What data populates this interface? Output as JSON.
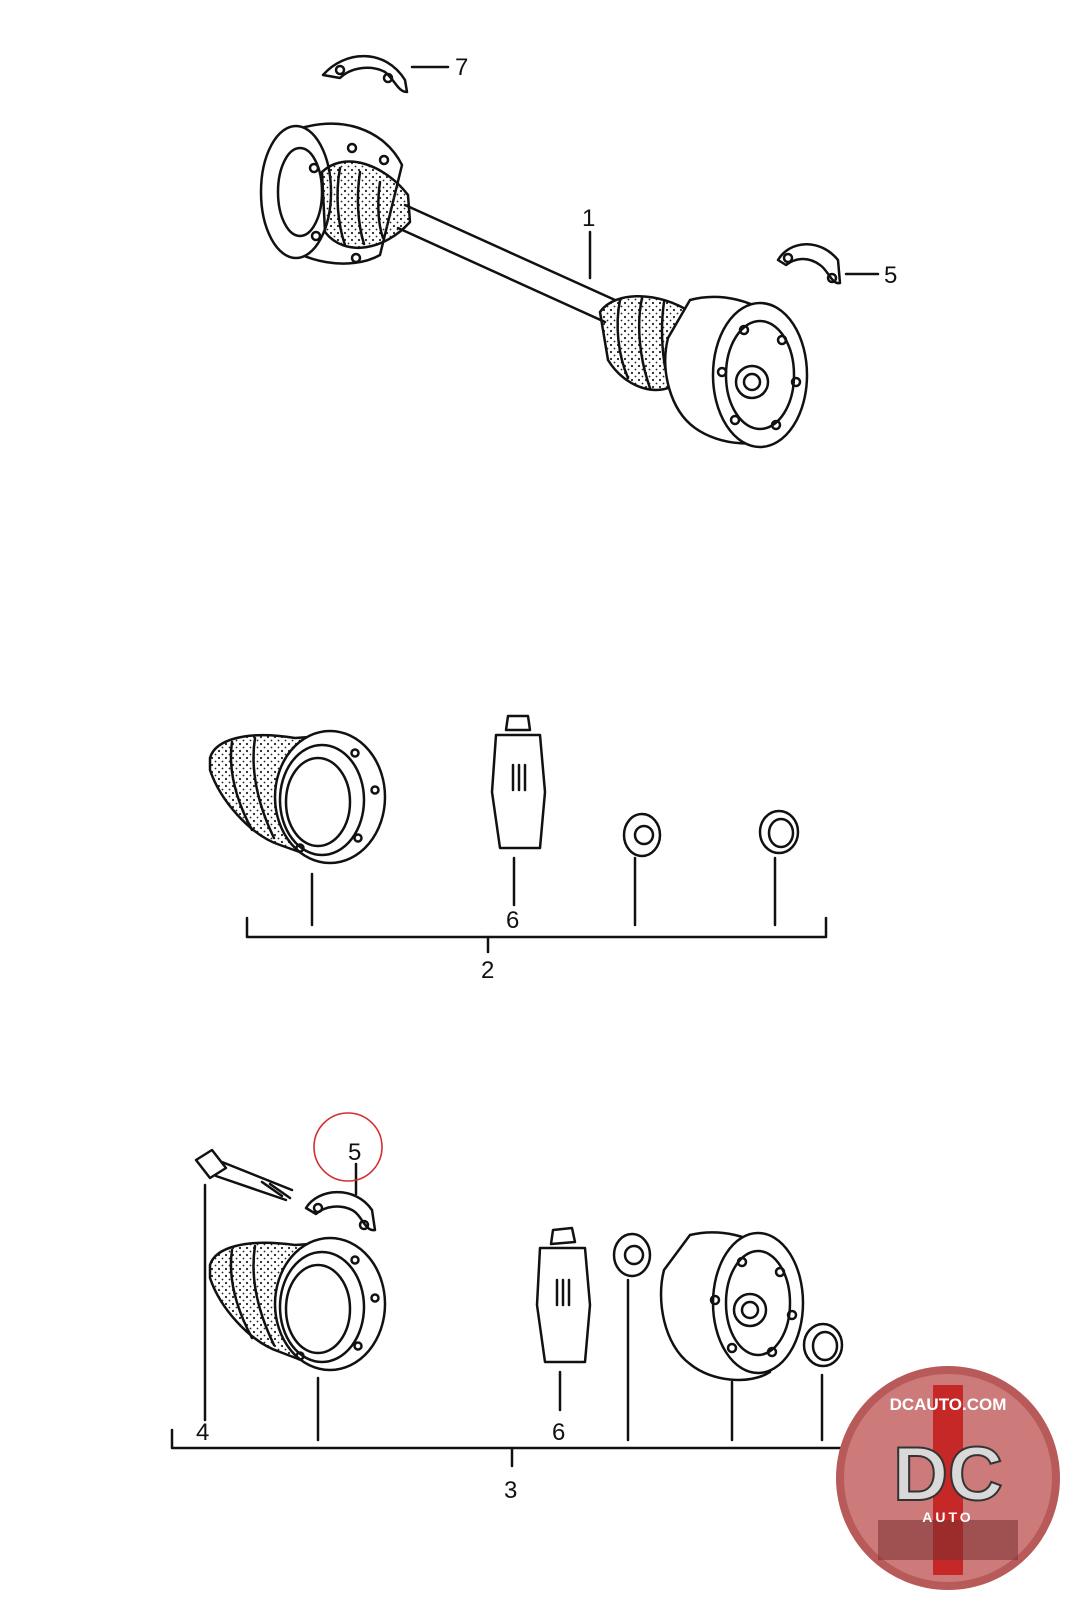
{
  "callouts": {
    "c1": "1",
    "c2": "2",
    "c3": "3",
    "c4": "4",
    "c5_top": "5",
    "c5_bottom": "5",
    "c6_mid": "6",
    "c6_bottom": "6",
    "c7": "7"
  },
  "highlight": {
    "color": "#d32f2f"
  },
  "logo": {
    "site": "DCAUTO.COM",
    "mark": "DC",
    "word": "AUTO",
    "ring_color": "#b85a5a",
    "stripe_color": "#c62828"
  }
}
